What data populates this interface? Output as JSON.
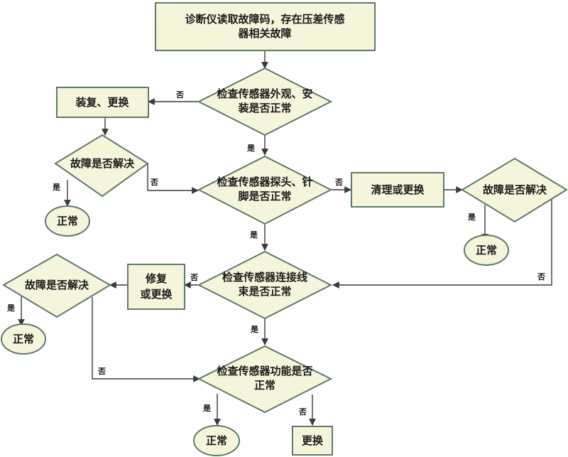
{
  "nodes": {
    "start": "诊断仪读取故障码，存在压差传感器相关故障",
    "check_appearance": "检查传感器外观、安装是否正常",
    "repair_install": "装复、更换",
    "solved_1": "故障是否解决",
    "normal_1": "正常",
    "check_probe": "检查传感器探头、针脚是否正常",
    "clean_replace": "清理或更换",
    "solved_2": "故障是否解决",
    "normal_2": "正常",
    "check_harness": "检查传感器连接线束是否正常",
    "repair_replace": "修复或更换",
    "solved_3": "故障是否解决",
    "normal_3": "正常",
    "check_function": "检查传感器功能是否正常",
    "normal_final": "正常",
    "replace_final": "更换"
  },
  "edge_labels": {
    "yes": "是",
    "no": "否"
  }
}
